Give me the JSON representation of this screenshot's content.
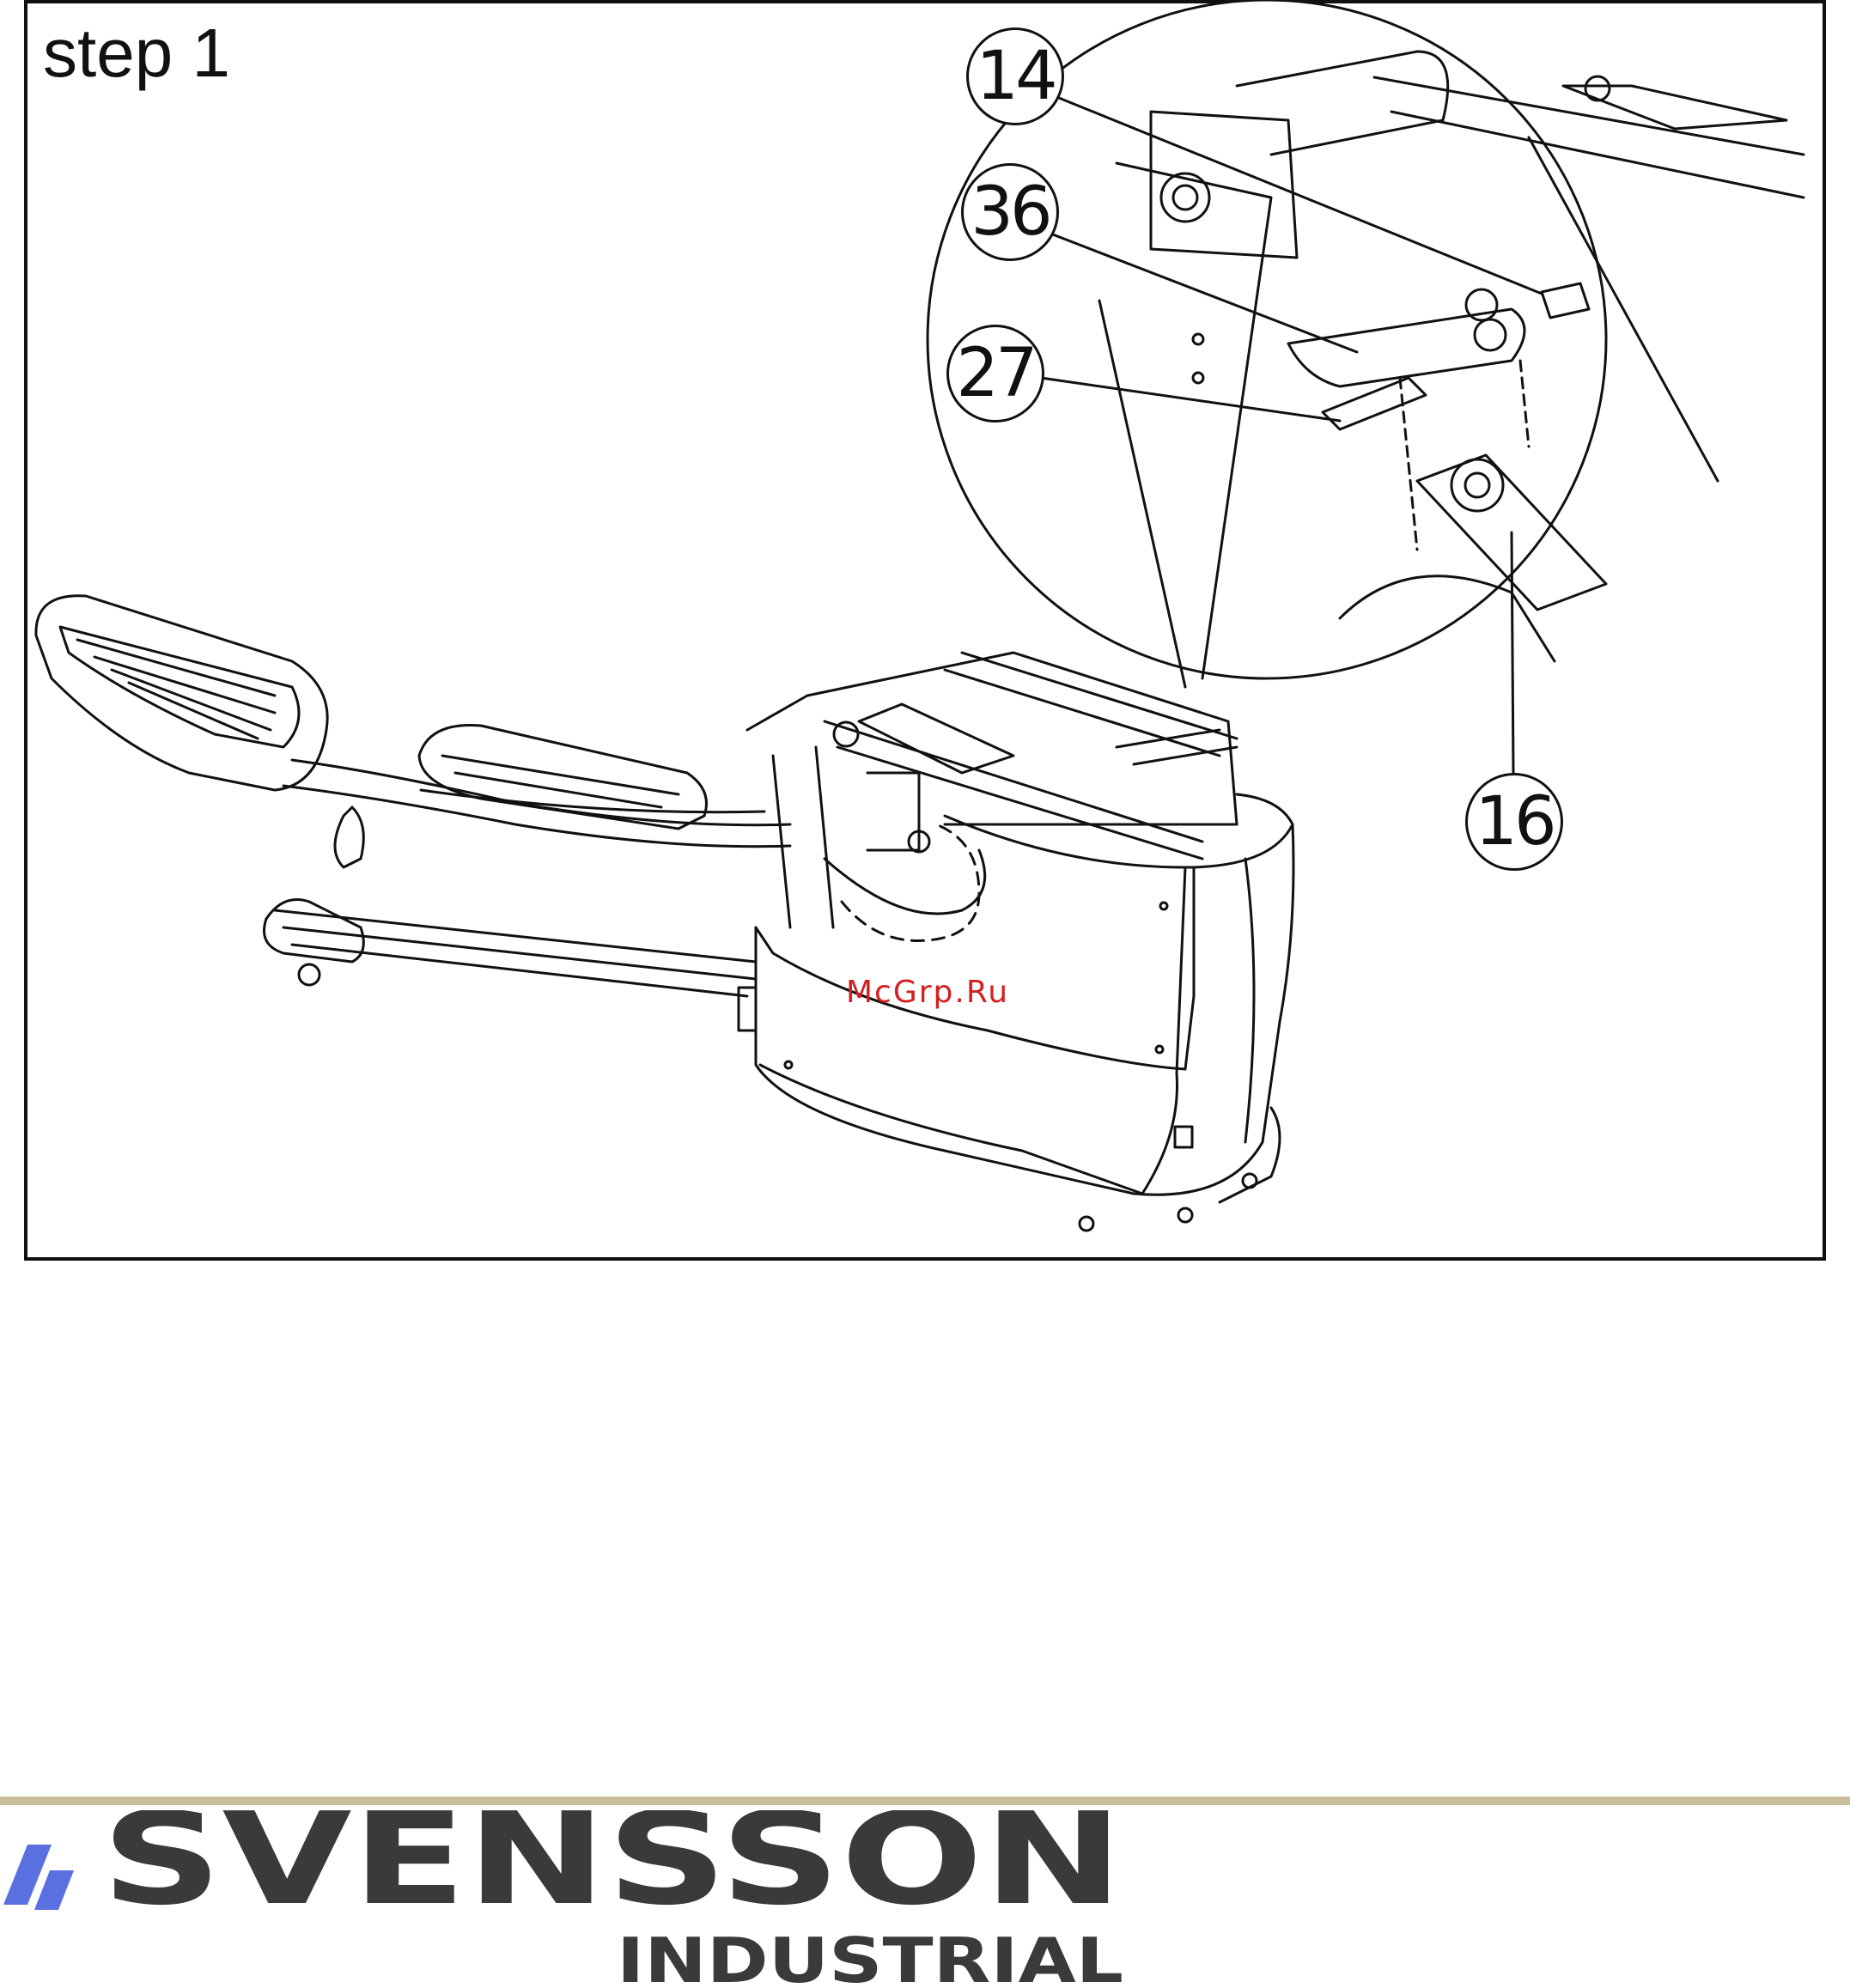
{
  "step": {
    "title": "step 1"
  },
  "callouts": [
    {
      "label": "14"
    },
    {
      "label": "36"
    },
    {
      "label": "27"
    },
    {
      "label": "16"
    }
  ],
  "watermark": {
    "text": "McGrp.Ru",
    "color": "#d42020"
  },
  "brand": {
    "name": "SVENSSON",
    "tagline": "INDUSTRIAL",
    "accent_color": "#5a6fe0",
    "text_color": "#3a3a3a",
    "rule_color": "#c8bf9a"
  }
}
